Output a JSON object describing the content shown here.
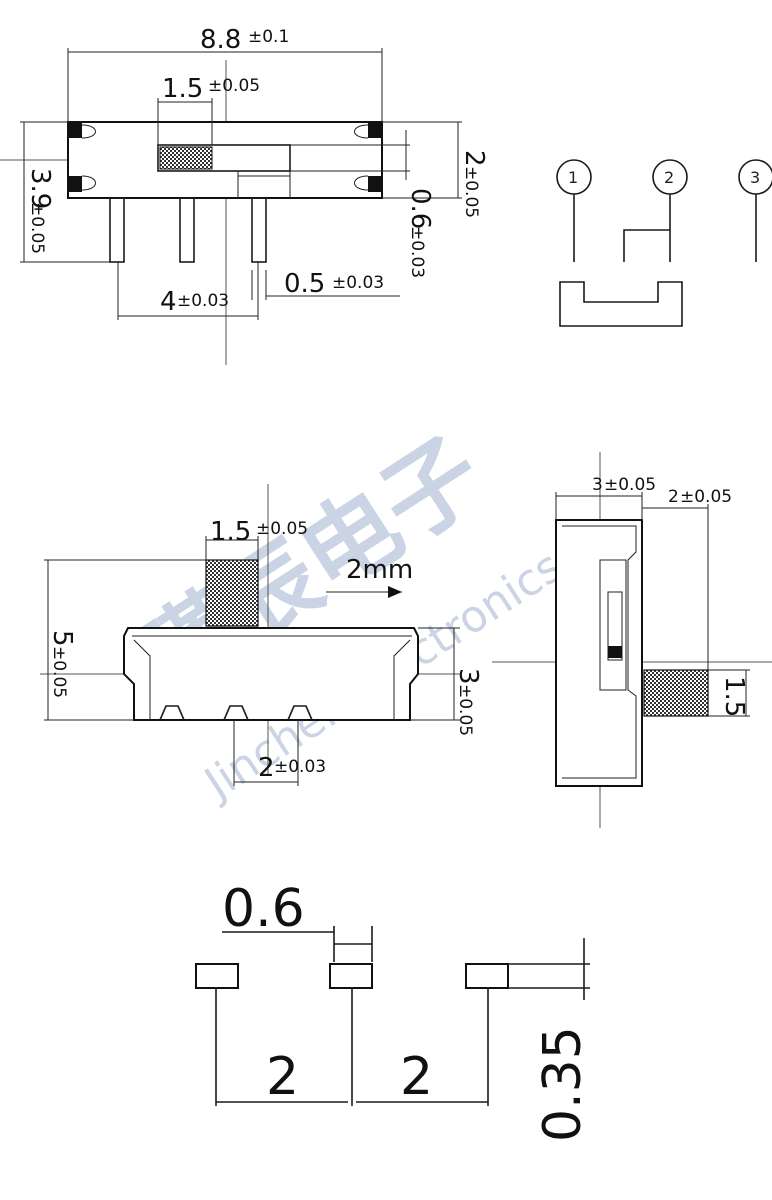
{
  "top_view": {
    "overall_length": "8.8",
    "overall_length_tol": "±0.1",
    "knob_width": "1.5",
    "knob_width_tol": "±0.05",
    "height": "3.9",
    "height_tol": "±0.05",
    "body_height": "2",
    "body_height_tol": "±0.05",
    "pin_thickness": "0.6",
    "pin_thickness_tol": "±0.03",
    "pin_span": "4",
    "pin_span_tol": "±0.03",
    "pin_width": "0.5",
    "pin_width_tol": "±0.03"
  },
  "schematic": {
    "pins": [
      "1",
      "2",
      "3"
    ]
  },
  "front_view": {
    "knob_width": "1.5",
    "knob_width_tol": "±0.05",
    "travel": "2mm",
    "total_height": "5",
    "total_height_tol": "±0.05",
    "body_height": "3",
    "body_height_tol": "±0.05",
    "pin_pitch": "2",
    "pin_pitch_tol": "±0.03"
  },
  "side_view": {
    "depth": "3",
    "depth_tol": "±0.05",
    "knob_offset": "2",
    "knob_offset_tol": "±0.05",
    "knob_height": "1.5"
  },
  "footprint": {
    "pad_gap": "0.6",
    "pitch_1": "2",
    "pitch_2": "2",
    "pad_height": "0.35"
  },
  "watermark": {
    "cn": "瑾辰电子",
    "en": "Jinchen Electronics"
  }
}
